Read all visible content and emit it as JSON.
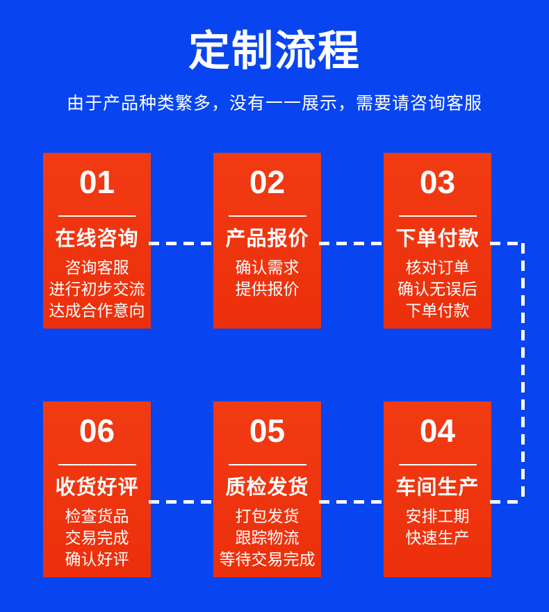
{
  "colors": {
    "bg": "#0845f0",
    "card": "#ee3310",
    "card-top": "#f13b13",
    "card-bottom": "#ec2f0c",
    "ink": "#ffffff",
    "connector": "#ffffff"
  },
  "header": {
    "title": "定制流程",
    "subtitle": "由于产品种类繁多，没有一一展示，需要请咨询客服"
  },
  "cards": [
    {
      "number": "01",
      "title": "在线咨询",
      "details": "咨询客服\n进行初步交流\n达成合作意向"
    },
    {
      "number": "02",
      "title": "产品报价",
      "details": "确认需求\n提供报价"
    },
    {
      "number": "03",
      "title": "下单付款",
      "details": "核对订单\n确认无误后\n下单付款"
    },
    {
      "number": "06",
      "title": "收货好评",
      "details": "检查货品\n交易完成\n确认好评"
    },
    {
      "number": "05",
      "title": "质检发货",
      "details": "打包发货\n跟踪物流\n等待交易完成"
    },
    {
      "number": "04",
      "title": "车间生产",
      "details": "安排工期\n快速生产"
    }
  ]
}
